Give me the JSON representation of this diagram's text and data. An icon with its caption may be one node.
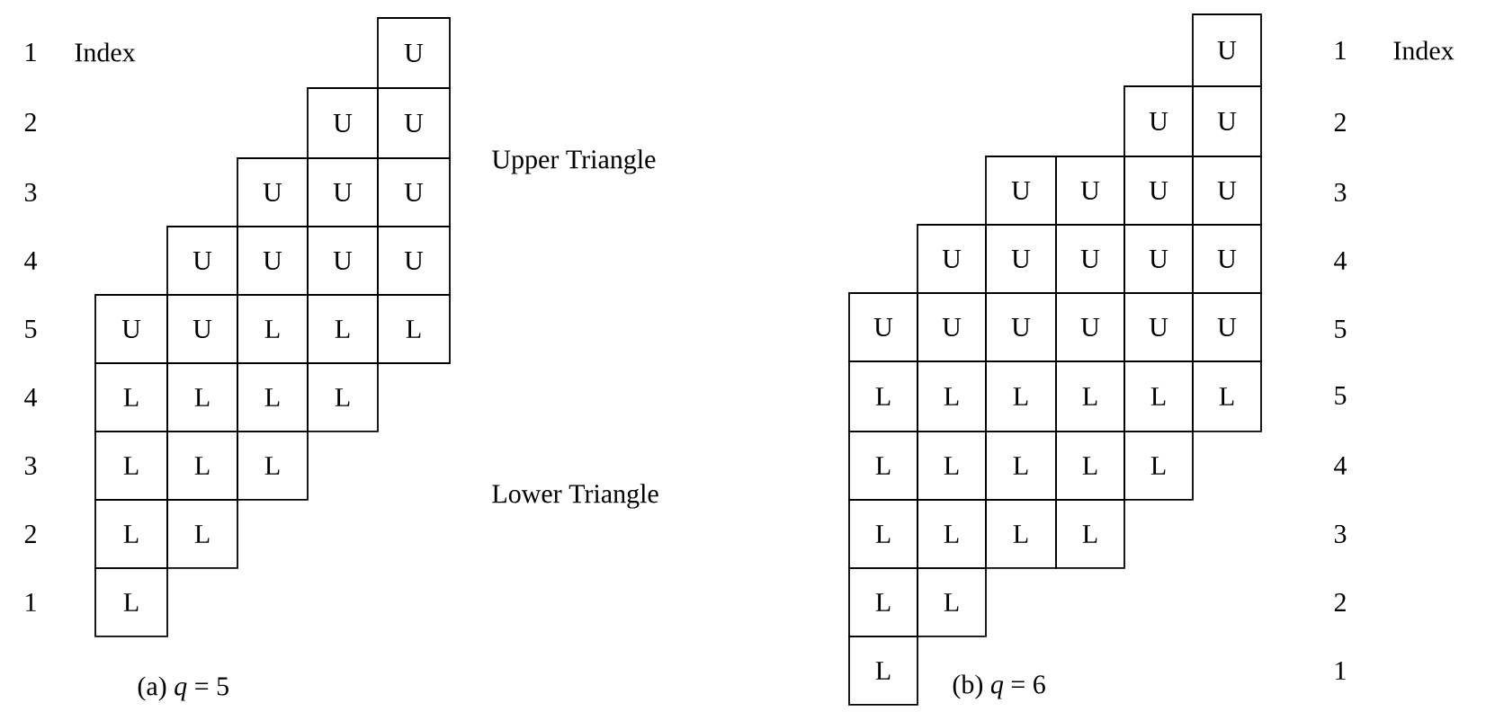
{
  "diagram": {
    "nodes": [
      {
        "text": [
          "U"
        ]
      },
      {
        "text": [
          "U"
        ]
      },
      {
        "text": [
          "U"
        ]
      },
      {
        "text": [
          "U"
        ]
      },
      {
        "text": [
          "U"
        ]
      },
      {
        "text": [
          "U"
        ]
      },
      {
        "text": [
          "U"
        ]
      },
      {
        "text": [
          "U"
        ]
      },
      {
        "text": [
          "U"
        ]
      },
      {
        "text": [
          "U"
        ]
      },
      {
        "text": [
          "U"
        ]
      },
      {
        "text": [
          "U"
        ]
      },
      {
        "text": [
          "L"
        ]
      },
      {
        "text": [
          "L"
        ]
      },
      {
        "text": [
          "L"
        ]
      },
      {
        "text": [
          "L"
        ]
      },
      {
        "text": [
          "L"
        ]
      },
      {
        "text": [
          "L"
        ]
      },
      {
        "text": [
          "L"
        ]
      },
      {
        "text": [
          "L"
        ]
      },
      {
        "text": [
          "L"
        ]
      },
      {
        "text": [
          "L"
        ]
      },
      {
        "text": [
          "L"
        ]
      },
      {
        "text": [
          "L"
        ]
      },
      {
        "text": [
          "L"
        ]
      },
      {
        "text": [
          "U"
        ]
      },
      {
        "text": [
          "U"
        ]
      },
      {
        "text": [
          "U"
        ]
      },
      {
        "text": [
          "U"
        ]
      },
      {
        "text": [
          "U"
        ]
      },
      {
        "text": [
          "U"
        ]
      },
      {
        "text": [
          "U"
        ]
      },
      {
        "text": [
          "U"
        ]
      },
      {
        "text": [
          "U"
        ]
      },
      {
        "text": [
          "U"
        ]
      },
      {
        "text": [
          "U"
        ]
      },
      {
        "text": [
          "U"
        ]
      },
      {
        "text": [
          "U"
        ]
      },
      {
        "text": [
          "U"
        ]
      },
      {
        "text": [
          "U"
        ]
      },
      {
        "text": [
          "U"
        ]
      },
      {
        "text": [
          "U"
        ]
      },
      {
        "text": [
          "U"
        ]
      },
      {
        "text": [
          "L"
        ]
      },
      {
        "text": [
          "L"
        ]
      },
      {
        "text": [
          "L"
        ]
      },
      {
        "text": [
          "L"
        ]
      },
      {
        "text": [
          "L"
        ]
      },
      {
        "text": [
          "L"
        ]
      },
      {
        "text": [
          "L"
        ]
      },
      {
        "text": [
          "L"
        ]
      },
      {
        "text": [
          "L"
        ]
      },
      {
        "text": [
          "L"
        ]
      },
      {
        "text": [
          "L"
        ]
      },
      {
        "text": [
          "L"
        ]
      },
      {
        "text": [
          "L"
        ]
      },
      {
        "text": [
          "L"
        ]
      },
      {
        "text": [
          "L"
        ]
      },
      {
        "text": [
          "L"
        ]
      },
      {
        "text": [
          "L"
        ]
      },
      {
        "text": [
          "L"
        ]
      }
    ],
    "labels": [
      "1",
      "Index",
      "2",
      "3",
      "4",
      "5",
      "4",
      "3",
      "2",
      "1",
      "Upper Triangle",
      "Lower Triangle",
      "1",
      "Index",
      "2",
      "3",
      "4",
      "5",
      "5",
      "4",
      "3",
      "2",
      "1",
      "(a) *q* = 5",
      "(b) *q* = 6"
    ]
  }
}
